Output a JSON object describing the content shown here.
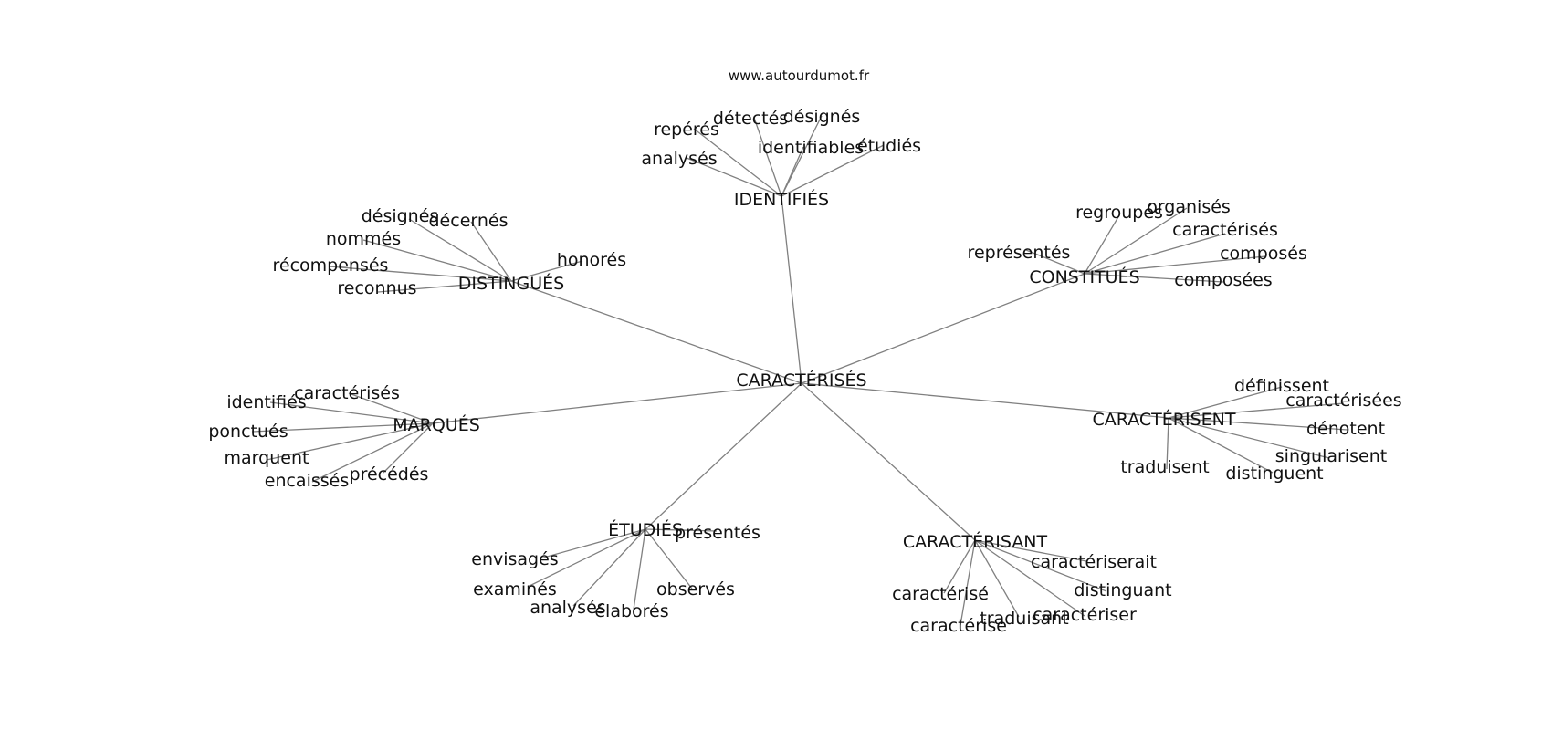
{
  "site": "www.autourdumot.fr",
  "graph": {
    "center": "CARACTÉRISÉS",
    "hubs": [
      {
        "label": "IDENTIFIÉS",
        "leaves": [
          "analysés",
          "repérés",
          "détectés",
          "désignés",
          "identifiables",
          "étudiés"
        ]
      },
      {
        "label": "DISTINGUÉS",
        "leaves": [
          "désignés",
          "décernés",
          "nommés",
          "récompensés",
          "reconnus",
          "honorés"
        ]
      },
      {
        "label": "CONSTITUÉS",
        "leaves": [
          "regroupés",
          "organisés",
          "caractérisés",
          "représentés",
          "composés",
          "composées"
        ]
      },
      {
        "label": "MARQUÉS",
        "leaves": [
          "caractérisés",
          "identifiés",
          "ponctués",
          "marquent",
          "encaissés",
          "précédés"
        ]
      },
      {
        "label": "CARACTÉRISENT",
        "leaves": [
          "définissent",
          "caractérisées",
          "dénotent",
          "singularisent",
          "traduisent",
          "distinguent"
        ]
      },
      {
        "label": "ÉTUDIÉS",
        "leaves": [
          "présentés",
          "envisagés",
          "examinés",
          "analysés",
          "élaborés",
          "observés"
        ]
      },
      {
        "label": "CARACTÉRISANT",
        "leaves": [
          "caractériserait",
          "distinguant",
          "caractériser",
          "traduisant",
          "caractérisé",
          "caractérise"
        ]
      }
    ]
  },
  "colors": {
    "edge": "#808080",
    "text": "#111111",
    "background": "#ffffff"
  }
}
